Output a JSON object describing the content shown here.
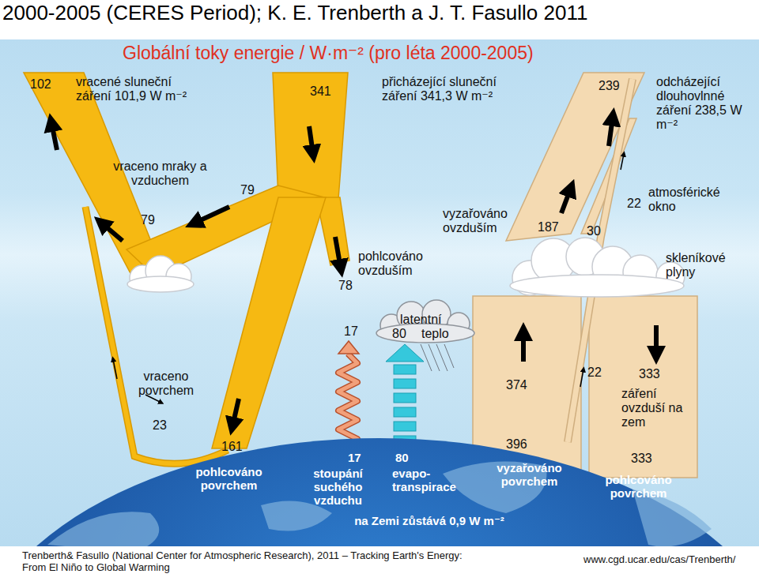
{
  "diagram": {
    "title": "2000-2005 (CERES Period); K. E. Trenberth a J. T. Fasullo 2011",
    "caption": "Trenberth& Fasullo (National Center for Atmospheric Research), 2011 – Tracking Earth's Energy: From El Niño to Global Warming",
    "labels": [
      "Globální toky energie / W·m⁻² (pro léta 2000-2005)",
      "102",
      "vracené sluneční záření 101,9 W m⁻²",
      "341",
      "přicházející sluneční záření 341,3 W m⁻²",
      "239",
      "odcházející dlouhovlnné záření 238,5 W m⁻²",
      "vraceno mraky a vzduchem",
      "79",
      "79",
      "atmosférické okno",
      "22",
      "vyzařováno ovzduším",
      "187",
      "30",
      "pohlcováno ovzduším",
      "skleníkové plyny",
      "78",
      "17",
      "latentní",
      "80",
      "teplo",
      "vraceno povrchem",
      "374",
      "22",
      "333",
      "záření ovzduší na zem",
      "23",
      "161",
      "396",
      "333",
      "pohlcováno povrchem",
      "17",
      "stoupání suchého vzduchu",
      "80",
      "evapo- transpirace",
      "vyzařováno povrchem",
      "pohlcováno povrchem",
      "na Zemi zůstává 0,9 W m⁻²",
      "www.cgd.ucar.edu/cas/Trenberth/"
    ]
  }
}
